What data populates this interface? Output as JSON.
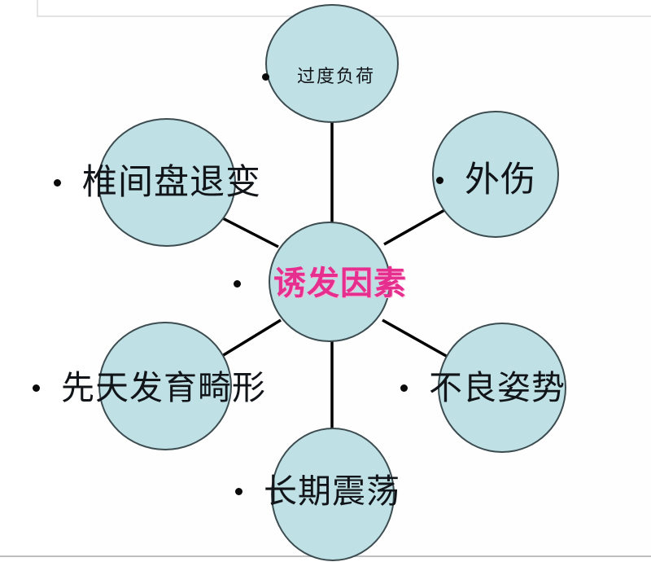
{
  "document": {
    "title": "诱发因素 radial diagram",
    "background_color": "#ffffff"
  },
  "theme": {
    "node_fill": "#bfe1e5",
    "node_stroke": "#3c4c50",
    "connector_color": "#000000",
    "bullet_color": "#0a0a0a",
    "label_color": "#111418",
    "center_label_color": "#e62e8f",
    "frame_rule_color": "#e2e3e5"
  },
  "diagram": {
    "type": "radial",
    "center": {
      "id": "center",
      "label": "诱发因素",
      "bullet": "•",
      "text_color": "#e62e8f"
    },
    "nodes": [
      {
        "id": "top",
        "label": "过度负荷",
        "bullet": "•",
        "position": "top"
      },
      {
        "id": "upper-left",
        "label": "椎间盘退变",
        "bullet": "•",
        "position": "upper-left"
      },
      {
        "id": "upper-right",
        "label": "外伤",
        "bullet": "•",
        "position": "upper-right"
      },
      {
        "id": "lower-left",
        "label": "先天发育畸形",
        "bullet": "•",
        "position": "lower-left"
      },
      {
        "id": "lower-right",
        "label": "不良姿势",
        "bullet": "•",
        "position": "lower-right"
      },
      {
        "id": "bottom",
        "label": "长期震荡",
        "bullet": "•",
        "position": "bottom"
      }
    ],
    "connector_count": 6
  }
}
